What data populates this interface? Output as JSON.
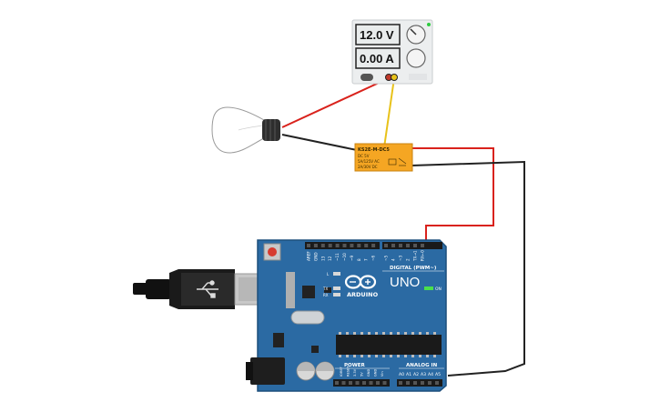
{
  "power_supply": {
    "voltage_display": "12.0 V",
    "current_display": "0.00 A"
  },
  "relay": {
    "part_number": "KS2E-M-DC5",
    "line1": "DC 5V",
    "line2": "5A/125V AC",
    "line3": "2A/30V DC"
  },
  "arduino": {
    "logo_text": "ARDUINO",
    "model": "UNO",
    "on_label": "ON",
    "digital_label": "DIGITAL (PWM~)",
    "power_label": "POWER",
    "analog_label": "ANALOG IN",
    "tx_label": "TX",
    "rx_label": "RX",
    "l_label": "L",
    "digital_pins": [
      "AREF",
      "GND",
      "13",
      "12",
      "~11",
      "~10",
      "~9",
      "8",
      "7",
      "~6",
      "~5",
      "4",
      "~3",
      "2",
      "TX→1",
      "RX←0"
    ],
    "power_pins": [
      "IOREF",
      "RESET",
      "3.3V",
      "5V",
      "GND",
      "GND",
      "Vin"
    ],
    "analog_pins": [
      "A0",
      "A1",
      "A2",
      "A3",
      "A4",
      "A5"
    ]
  },
  "colors": {
    "board": "#2b6aa3",
    "board_edge": "#1d4f7c",
    "relay": "#f5a623",
    "wire_red": "#d9221c",
    "wire_black": "#222222",
    "wire_yellow": "#e8c21a"
  }
}
